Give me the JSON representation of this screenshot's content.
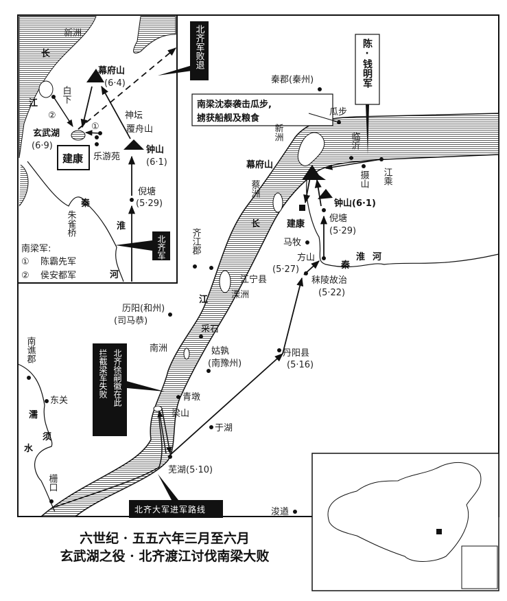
{
  "colors": {
    "ink": "#111111",
    "paper": "#ffffff"
  },
  "title": {
    "line1": "六世纪 · 五五六年三月至六月",
    "line2": "玄武湖之役 · 北齐渡江讨伐南梁大败"
  },
  "inset": {
    "xinzhou": "新洲",
    "chang": "长",
    "jiang": "江",
    "mufushan": "幕府山",
    "mufushan_date": "(6·4)",
    "baixia": "白下",
    "circle2": "②",
    "circle1": "①",
    "shentan": "神坛",
    "fuzhoushan": "覆舟山",
    "xuanwuhu": "玄武湖",
    "xuanwuhu_date": "(6·9)",
    "zhongshan": "钟山",
    "zhongshan_date": "(6·1)",
    "jiankang": "建康",
    "leyouyuan": "乐游苑",
    "nitang": "倪塘",
    "nitang_date": "(5·29)",
    "qin": "秦",
    "huai": "淮",
    "he": "河",
    "zhuqueqiao": "朱雀桥",
    "beiqijun": "北齐军",
    "legend_title": "南梁军:",
    "legend": [
      {
        "mark": "①",
        "label": "陈霸先军"
      },
      {
        "mark": "②",
        "label": "侯安都军"
      }
    ]
  },
  "main": {
    "retreat_box": "北齐军败退",
    "qinjun": "秦郡(秦州)",
    "shentai_box": [
      "南梁沈泰袭击瓜步,",
      "掳获船舰及粮食"
    ],
    "guabu": "瓜步",
    "chenqian_box": "陈·钱明军",
    "xinzhou": "新洲",
    "linyi": "临沂",
    "mufushan": "幕府山",
    "sheshan": "摄山",
    "jiangcheng": "江乘",
    "caizhou": "蔡洲",
    "zhongshan": "钟山(6·1)",
    "jiankang": "建康",
    "nitang": "倪塘",
    "nitang_date": "(5·29)",
    "mamu": "马牧",
    "fangshan": "方山",
    "fangshan_date": "(5·27)",
    "qinhuaihe": [
      "秦",
      "淮",
      "河"
    ],
    "moling": "秣陵故治",
    "moling_date": "(5·22)",
    "qijiangjun": "齐江郡",
    "jiangningxian": "江宁县",
    "lizhou": "溧洲",
    "chang": "长",
    "jiang": "江",
    "liyang": "历阳(和州)",
    "simagong": "(司马恭)",
    "caishi": "采石",
    "nanzhou": "南洲",
    "gushu": "姑孰",
    "nanyuzhou": "(南豫州)",
    "nanqiaojun": "南谯郡",
    "xusihui_box": [
      "北齐徐嗣徽在此",
      "拦截梁军失败"
    ],
    "qingdun": "青墩",
    "dongguan": "东关",
    "liangshan": "梁山",
    "yuhu": "于湖",
    "ruxushui": [
      "濡",
      "须",
      "水"
    ],
    "danyang": "丹阳县",
    "danyang_date": "(5·16)",
    "wuhu": "芜湖(5·10)",
    "zhakou": "栅口",
    "route_box": "北齐大军进军路线",
    "junqiu": "浚遒"
  }
}
